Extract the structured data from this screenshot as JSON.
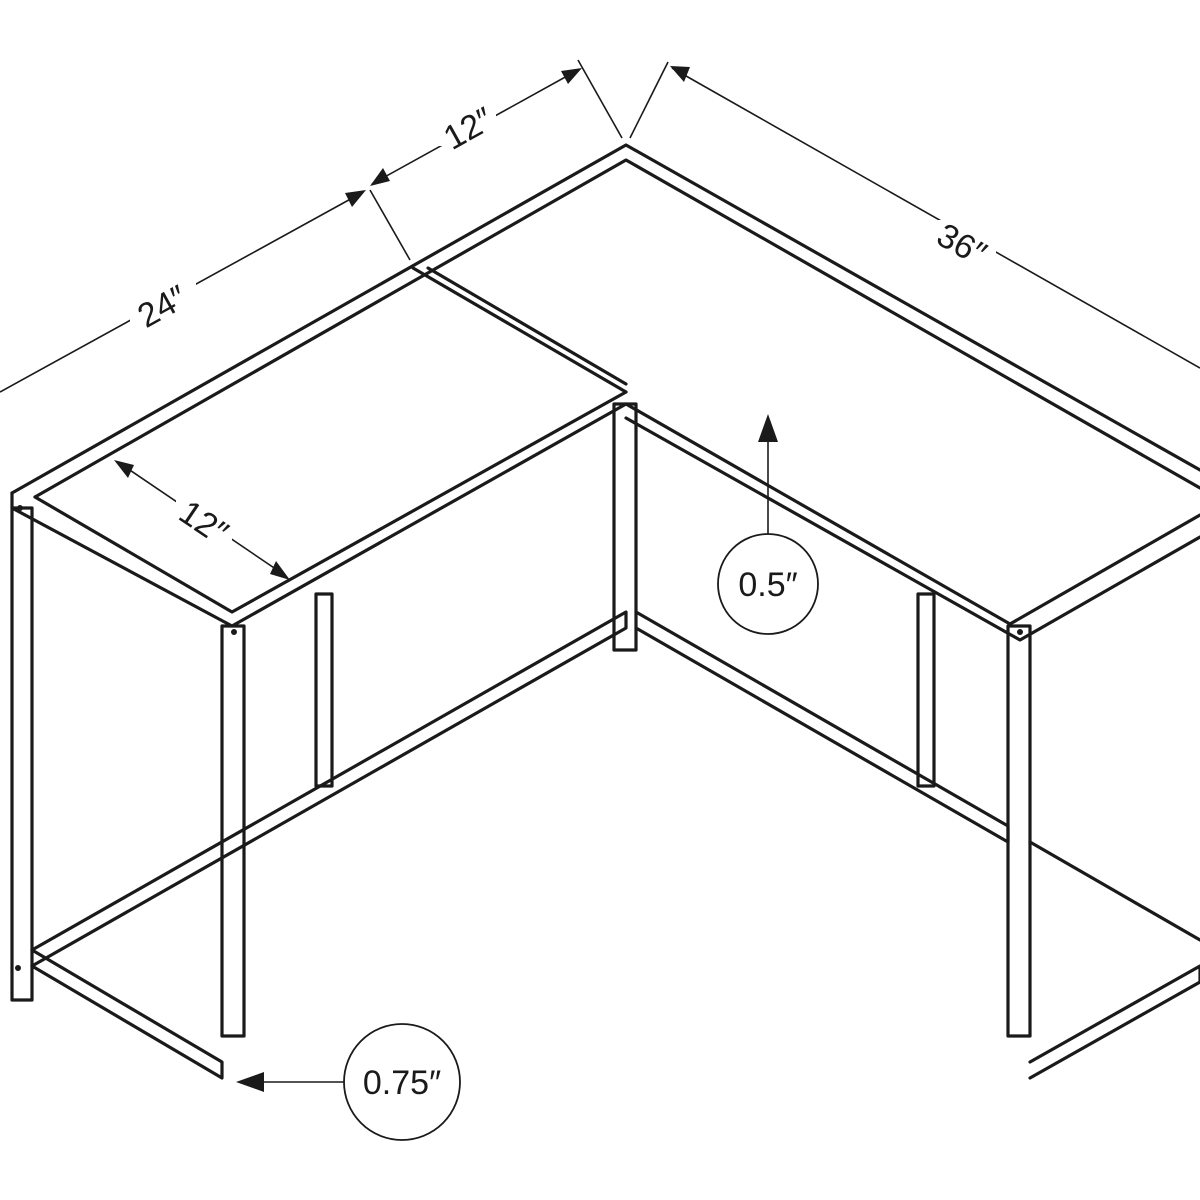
{
  "dimensions": {
    "side_length": "24″",
    "notch_offset": "12″",
    "main_length": "36″",
    "inner_depth": "12″"
  },
  "callouts": {
    "top_thickness": "0.5″",
    "tube_width": "0.75″"
  }
}
